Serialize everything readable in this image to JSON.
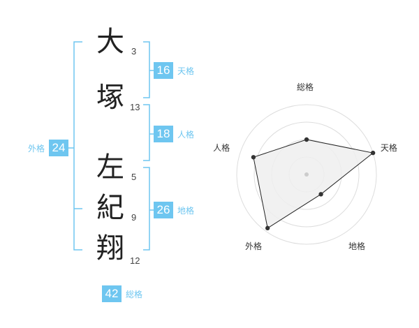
{
  "name": {
    "characters": [
      {
        "char": "大",
        "strokes": "3"
      },
      {
        "char": "塚",
        "strokes": "13"
      },
      {
        "char": "左",
        "strokes": "5"
      },
      {
        "char": "紀",
        "strokes": "9"
      },
      {
        "char": "翔",
        "strokes": "12"
      }
    ]
  },
  "fortune": {
    "tenkaku": {
      "value": "16",
      "label": "天格"
    },
    "jinkaku": {
      "value": "18",
      "label": "人格"
    },
    "chikaku": {
      "value": "26",
      "label": "地格"
    },
    "gaikaku": {
      "value": "24",
      "label": "外格"
    },
    "soukaku": {
      "value": "42",
      "label": "総格"
    }
  },
  "colors": {
    "accent": "#6ec6f0",
    "text": "#222222",
    "radar_fill": "#eeeeee",
    "radar_line": "#222222"
  },
  "chart_data": {
    "type": "radar",
    "axes": [
      "総格",
      "天格",
      "地格",
      "外格",
      "人格"
    ],
    "values": [
      0.5,
      1.0,
      0.35,
      0.95,
      0.8
    ],
    "rings": 4,
    "range": [
      0,
      1
    ]
  }
}
